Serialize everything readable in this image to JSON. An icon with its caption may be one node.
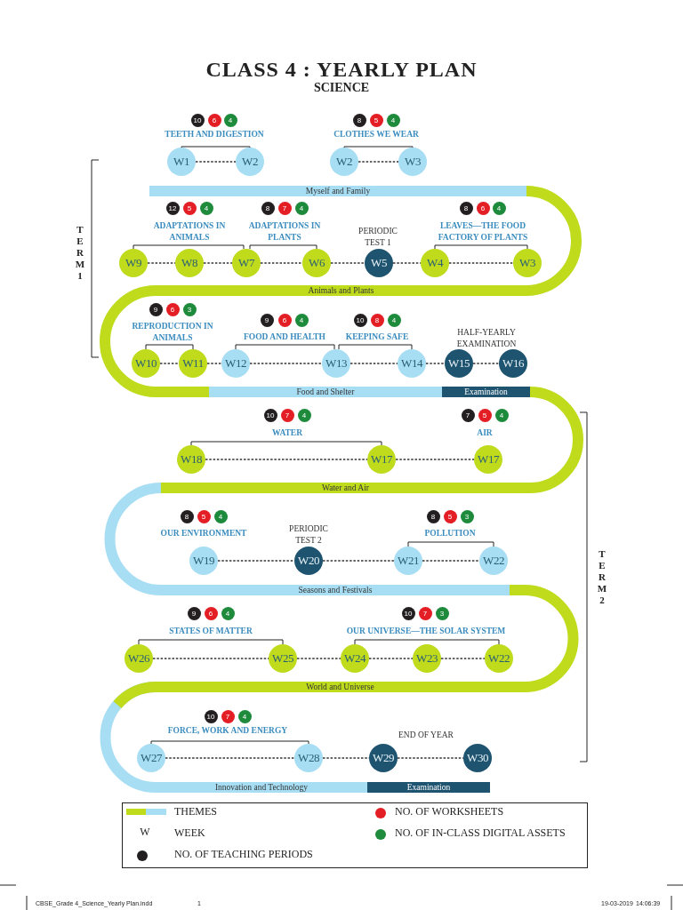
{
  "diagram": {
    "title": "CLASS 4 : YEARLY PLAN",
    "nodes": [
      {
        "text": [
          "10"
        ]
      },
      {
        "text": [
          "6"
        ]
      },
      {
        "text": [
          "4"
        ]
      },
      {
        "text": [
          "8"
        ]
      },
      {
        "text": [
          "5"
        ]
      },
      {
        "text": [
          "4"
        ]
      },
      {
        "text": [
          "W1"
        ]
      },
      {
        "text": [
          "W2"
        ]
      },
      {
        "text": [
          "W2"
        ]
      },
      {
        "text": [
          "W3"
        ]
      },
      {
        "text": [
          "Myself and Family"
        ]
      },
      {
        "text": [
          "12"
        ]
      },
      {
        "text": [
          "5"
        ]
      },
      {
        "text": [
          "4"
        ]
      },
      {
        "text": [
          "8"
        ]
      },
      {
        "text": [
          "7"
        ]
      },
      {
        "text": [
          "4"
        ]
      },
      {
        "text": [
          "8"
        ]
      },
      {
        "text": [
          "6"
        ]
      },
      {
        "text": [
          "4"
        ]
      },
      {
        "text": [
          "W9"
        ]
      },
      {
        "text": [
          "W8"
        ]
      },
      {
        "text": [
          "W7"
        ]
      },
      {
        "text": [
          "W6"
        ]
      },
      {
        "text": [
          "W5"
        ]
      },
      {
        "text": [
          "W4"
        ]
      },
      {
        "text": [
          "W3"
        ]
      },
      {
        "text": [
          "Animals and Plants"
        ]
      },
      {
        "text": [
          "9"
        ]
      },
      {
        "text": [
          "6"
        ]
      },
      {
        "text": [
          "3"
        ]
      },
      {
        "text": [
          "9"
        ]
      },
      {
        "text": [
          "6"
        ]
      },
      {
        "text": [
          "4"
        ]
      },
      {
        "text": [
          "10"
        ]
      },
      {
        "text": [
          "8"
        ]
      },
      {
        "text": [
          "4"
        ]
      },
      {
        "text": [
          "W10"
        ]
      },
      {
        "text": [
          "W11"
        ]
      },
      {
        "text": [
          "W12"
        ]
      },
      {
        "text": [
          "W13"
        ]
      },
      {
        "text": [
          "W14"
        ]
      },
      {
        "text": [
          "W15"
        ]
      },
      {
        "text": [
          "W16"
        ]
      },
      {
        "text": [
          "Food and Shelter"
        ]
      },
      {
        "text": [
          "Examination"
        ]
      },
      {
        "text": [
          "10"
        ]
      },
      {
        "text": [
          "7"
        ]
      },
      {
        "text": [
          "4"
        ]
      },
      {
        "text": [
          "7"
        ]
      },
      {
        "text": [
          "5"
        ]
      },
      {
        "text": [
          "4"
        ]
      },
      {
        "text": [
          "W18"
        ]
      },
      {
        "text": [
          "W17"
        ]
      },
      {
        "text": [
          "W17"
        ]
      },
      {
        "text": [
          "Water and Air"
        ]
      },
      {
        "text": [
          "8"
        ]
      },
      {
        "text": [
          "5"
        ]
      },
      {
        "text": [
          "4"
        ]
      },
      {
        "text": [
          "8"
        ]
      },
      {
        "text": [
          "5"
        ]
      },
      {
        "text": [
          "3"
        ]
      },
      {
        "text": [
          "W19"
        ]
      },
      {
        "text": [
          "W20"
        ]
      },
      {
        "text": [
          "W21"
        ]
      },
      {
        "text": [
          "W22"
        ]
      },
      {
        "text": [
          "Seasons and Festivals"
        ]
      },
      {
        "text": [
          "9"
        ]
      },
      {
        "text": [
          "6"
        ]
      },
      {
        "text": [
          "4"
        ]
      },
      {
        "text": [
          "10"
        ]
      },
      {
        "text": [
          "7"
        ]
      },
      {
        "text": [
          "3"
        ]
      },
      {
        "text": [
          "W26"
        ]
      },
      {
        "text": [
          "W25"
        ]
      },
      {
        "text": [
          "W24"
        ]
      },
      {
        "text": [
          "W23"
        ]
      },
      {
        "text": [
          "W22"
        ]
      },
      {
        "text": [
          "World and Universe"
        ]
      },
      {
        "text": [
          "10"
        ]
      },
      {
        "text": [
          "7"
        ]
      },
      {
        "text": [
          "4"
        ]
      },
      {
        "text": [
          "W27"
        ]
      },
      {
        "text": [
          "W28"
        ]
      },
      {
        "text": [
          "W29"
        ]
      },
      {
        "text": [
          "W30"
        ]
      },
      {
        "text": [
          "Innovation and Technology"
        ]
      },
      {
        "text": [
          "Examination"
        ]
      }
    ],
    "edges": [
      {
        "from": 6,
        "to": 7,
        "arrow": "none",
        "style": "dashed"
      },
      {
        "from": 8,
        "to": 9,
        "arrow": "none",
        "style": "dashed"
      },
      {
        "from": 20,
        "to": 21,
        "arrow": "none",
        "style": "dashed"
      },
      {
        "from": 21,
        "to": 22,
        "arrow": "none",
        "style": "dashed"
      },
      {
        "from": 22,
        "to": 23,
        "arrow": "none",
        "style": "dashed"
      },
      {
        "from": 23,
        "to": 24,
        "arrow": "none",
        "style": "dashed"
      },
      {
        "from": 24,
        "to": 25,
        "arrow": "none",
        "style": "dashed"
      },
      {
        "from": 25,
        "to": 26,
        "arrow": "none",
        "style": "dashed"
      },
      {
        "from": 37,
        "to": 38,
        "arrow": "none",
        "style": "dashed"
      },
      {
        "from": 38,
        "to": 39,
        "arrow": "none",
        "style": "dashed"
      },
      {
        "from": 39,
        "to": 40,
        "arrow": "none",
        "style": "dashed"
      },
      {
        "from": 40,
        "to": 41,
        "arrow": "none",
        "style": "dashed"
      },
      {
        "from": 41,
        "to": 42,
        "arrow": "none",
        "style": "dashed"
      },
      {
        "from": 42,
        "to": 43,
        "arrow": "none",
        "style": "dashed"
      },
      {
        "from": 52,
        "to": 53,
        "arrow": "none",
        "style": "dashed"
      },
      {
        "from": 53,
        "to": 54,
        "arrow": "none",
        "style": "dashed"
      },
      {
        "from": 62,
        "to": 63,
        "arrow": "none",
        "style": "dashed"
      },
      {
        "from": 63,
        "to": 64,
        "arrow": "none",
        "style": "dashed"
      },
      {
        "from": 64,
        "to": 65,
        "arrow": "none",
        "style": "dashed"
      },
      {
        "from": 73,
        "to": 74,
        "arrow": "none",
        "style": "dashed"
      },
      {
        "from": 74,
        "to": 75,
        "arrow": "none",
        "style": "dashed"
      },
      {
        "from": 75,
        "to": 76,
        "arrow": "none",
        "style": "dashed"
      },
      {
        "from": 76,
        "to": 77,
        "arrow": "none",
        "style": "dashed"
      },
      {
        "from": 82,
        "to": 83,
        "arrow": "none",
        "style": "dashed"
      },
      {
        "from": 83,
        "to": 84,
        "arrow": "none",
        "style": "dashed"
      },
      {
        "from": 84,
        "to": 85,
        "arrow": "none",
        "style": "dashed"
      }
    ],
    "labels": [
      "SCIENCE",
      "TEETH AND DIGESTION",
      "CLOTHES WE WEAR",
      "ADAPTATIONS IN ANIMALS",
      "ADAPTATIONS IN PLANTS",
      "PERIODIC TEST 1",
      "LEAVES—THE FOOD FACTORY OF PLANTS",
      "REPRODUCTION IN ANIMALS",
      "FOOD AND HEALTH",
      "KEEPING SAFE",
      "HALF-YEARLY EXAMINATION",
      "WATER",
      "AIR",
      "OUR ENVIRONMENT",
      "PERIODIC TEST 2",
      "POLLUTION",
      "STATES OF MATTER",
      "OUR UNIVERSE—THE SOLAR SYSTEM",
      "FORCE, WORK AND ENERGY",
      "END OF YEAR",
      "TERM 1",
      "TERM 2",
      "W",
      "CBSE_Grade 4_Science_Yearly Plan.indd",
      "1",
      "19-03-2019",
      "14:06:39"
    ],
    "legend": [
      {
        "text": "THEMES"
      },
      {
        "text": "NO. OF WORKSHEETS",
        "color": "#e31e24"
      },
      {
        "text": "WEEK"
      },
      {
        "text": "NO. OF IN-CLASS DIGITAL ASSETS",
        "color": "#1e8a3c"
      },
      {
        "text": "NO. OF TEACHING PERIODS",
        "color": "#231f20"
      }
    ]
  }
}
